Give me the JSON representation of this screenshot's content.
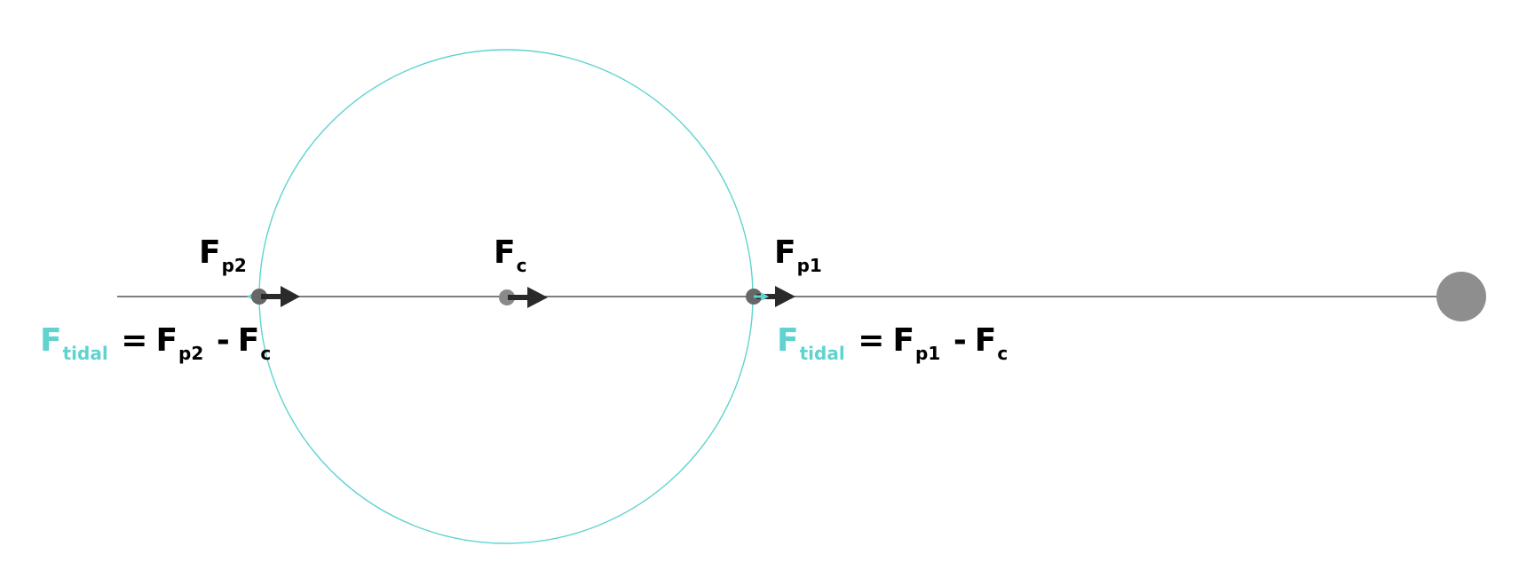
{
  "colors": {
    "orbit": "#5fd3d0",
    "tidal": "#5fd3d0",
    "axis": "#6b6b6b",
    "point": "#666666",
    "center_point": "#8a8a8a",
    "arrow": "#2a2a2a",
    "moon": "#8e8e8e",
    "text": "#000000"
  },
  "labels": {
    "fp2": {
      "symbol": "F",
      "sub": "p2"
    },
    "fc": {
      "symbol": "F",
      "sub": "c"
    },
    "fp1": {
      "symbol": "F",
      "sub": "p1"
    }
  },
  "equations": {
    "left": {
      "lhs_symbol": "F",
      "lhs_sub": "tidal",
      "eq": "=",
      "t1_symbol": "F",
      "t1_sub": "p2",
      "minus": "-",
      "t2_symbol": "F",
      "t2_sub": "c"
    },
    "right": {
      "lhs_symbol": "F",
      "lhs_sub": "tidal",
      "eq": "=",
      "t1_symbol": "F",
      "t1_sub": "p1",
      "minus": "-",
      "t2_symbol": "F",
      "t2_sub": "c"
    }
  }
}
